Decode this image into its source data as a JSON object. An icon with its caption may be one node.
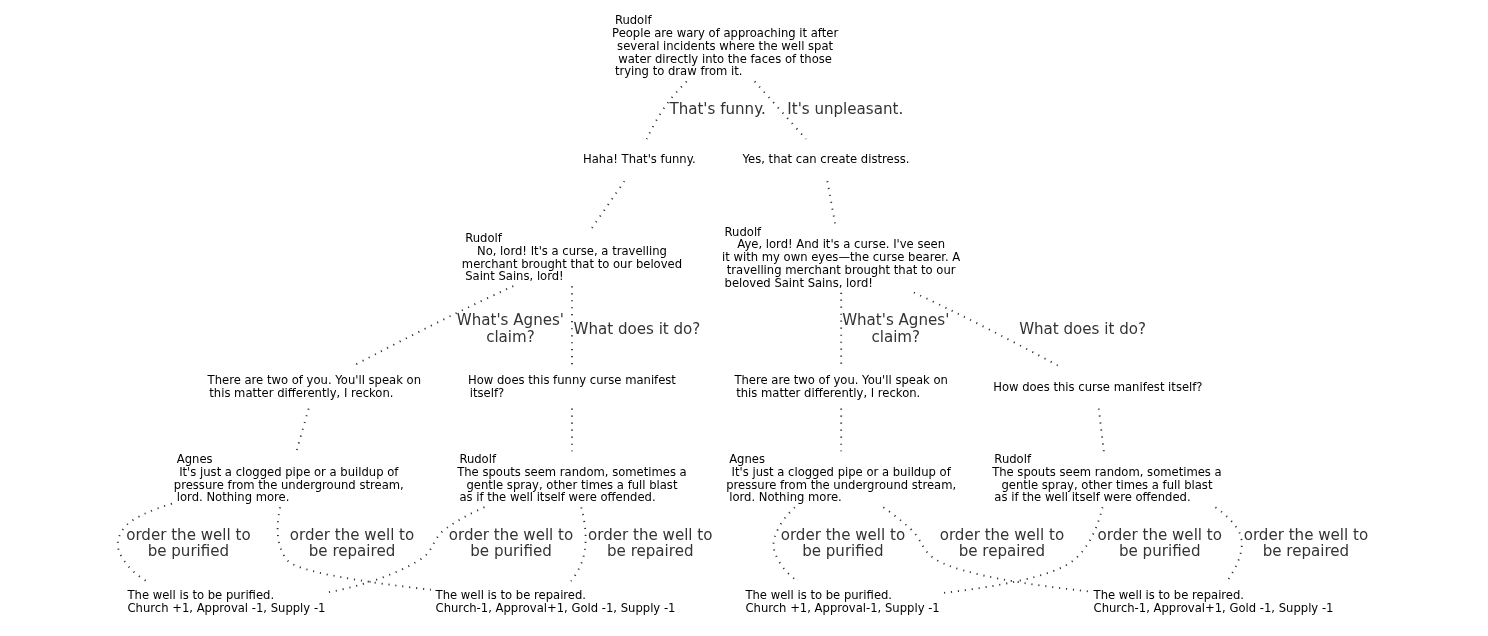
{
  "diagram": {
    "nodes": [
      {
        "text": [
          "Rudolf",
          "People are wary of approaching it after several incidents where the well spat water directly into the faces of those trying to draw from it."
        ]
      },
      {
        "text": [
          "Haha! That's funny."
        ]
      },
      {
        "text": [
          "Yes, that can create distress."
        ]
      },
      {
        "text": [
          "Rudolf",
          "No, lord! It's a curse, a travelling merchant brought that to our beloved Saint Sains, lord!"
        ]
      },
      {
        "text": [
          "Rudolf",
          "Aye, lord! And it's a curse. I've seen it with my own eyes—the curse bearer. A travelling merchant brought that to our beloved Saint Sains, lord!"
        ]
      },
      {
        "text": [
          "There are two of you. You'll speak on this matter differently, I reckon."
        ]
      },
      {
        "text": [
          "How does this funny curse manifest itself?"
        ]
      },
      {
        "text": [
          "Agnes",
          "It's just a clogged pipe or a buildup of pressure from the underground stream, lord. Nothing more."
        ]
      },
      {
        "text": [
          "Rudolf",
          "The spouts seem random, sometimes a gentle spray, other times a full blast as if the well itself were offended."
        ]
      },
      {
        "text": [
          "The well is to be purified.",
          "Church +1, Approval -1, Supply -1"
        ]
      },
      {
        "text": [
          "The well is to be repaired.",
          "Church-1, Approval+1, Gold -1, Supply -1"
        ]
      },
      {
        "text": [
          "There are two of you. You'll speak on this matter differently, I reckon."
        ]
      },
      {
        "text": [
          "How does this curse manifest itself?"
        ]
      },
      {
        "text": [
          "Agnes",
          "It's just a clogged pipe or a buildup of pressure from the underground stream, lord. Nothing more."
        ]
      },
      {
        "text": [
          "Rudolf",
          "The spouts seem random, sometimes a gentle spray, other times a full blast as if the well itself were offended."
        ]
      },
      {
        "text": [
          "The well is to be purified.",
          "Church +1, Approval-1, Supply -1"
        ]
      },
      {
        "text": [
          "The well is to be repaired.",
          "Church-1, Approval+1, Gold -1, Supply -1"
        ]
      }
    ],
    "edges": [
      {
        "from": 0,
        "to": 1,
        "arrow": "none",
        "label": "That's funny."
      },
      {
        "from": 0,
        "to": 2,
        "arrow": "none",
        "label": "It's unpleasant."
      },
      {
        "from": 1,
        "to": 3,
        "arrow": "none"
      },
      {
        "from": 2,
        "to": 4,
        "arrow": "none"
      },
      {
        "from": 3,
        "to": 5,
        "arrow": "none",
        "label": "What's Agnes' claim?"
      },
      {
        "from": 3,
        "to": 6,
        "arrow": "none",
        "label": "What does it do?"
      },
      {
        "from": 5,
        "to": 7,
        "arrow": "none"
      },
      {
        "from": 6,
        "to": 8,
        "arrow": "none"
      },
      {
        "from": 7,
        "to": 9,
        "arrow": "none",
        "label": "order the well to be purified"
      },
      {
        "from": 7,
        "to": 10,
        "arrow": "none",
        "label": "order the well to be repaired"
      },
      {
        "from": 8,
        "to": 9,
        "arrow": "none",
        "label": "order the well to be purified"
      },
      {
        "from": 8,
        "to": 10,
        "arrow": "none",
        "label": "order the well to be repaired"
      },
      {
        "from": 4,
        "to": 11,
        "arrow": "none",
        "label": "What's Agnes' claim?"
      },
      {
        "from": 4,
        "to": 12,
        "arrow": "none",
        "label": "What does it do?"
      },
      {
        "from": 11,
        "to": 13,
        "arrow": "none"
      },
      {
        "from": 12,
        "to": 14,
        "arrow": "none"
      },
      {
        "from": 13,
        "to": 15,
        "arrow": "none",
        "label": "order the well to be purified"
      },
      {
        "from": 13,
        "to": 16,
        "arrow": "none",
        "label": "order the well to be repaired"
      },
      {
        "from": 14,
        "to": 15,
        "arrow": "none",
        "label": "order the well to be purified"
      },
      {
        "from": 14,
        "to": 16,
        "arrow": "none",
        "label": "order the well to be repaired"
      }
    ]
  }
}
